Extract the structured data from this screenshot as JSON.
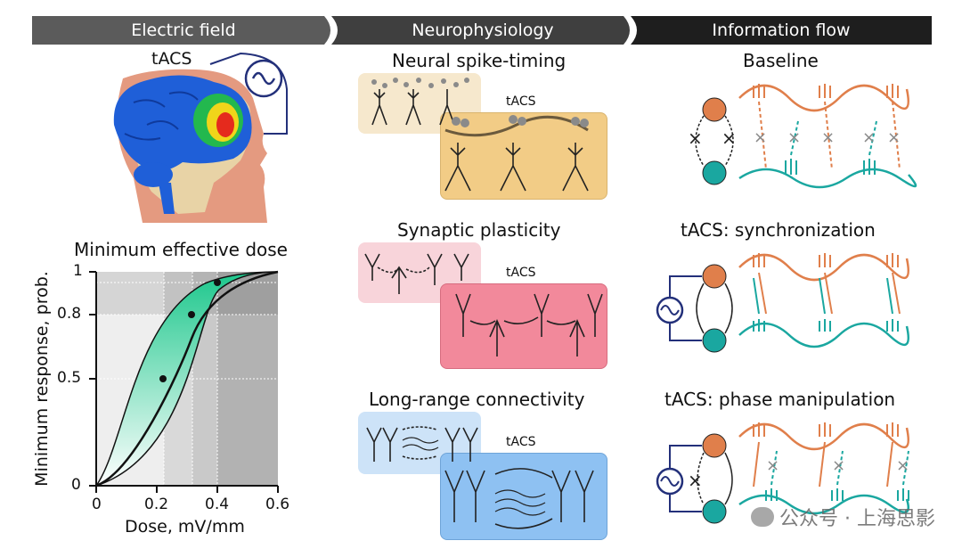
{
  "headers": {
    "electric_field": "Electric field",
    "neurophysiology": "Neurophysiology",
    "information_flow": "Information flow"
  },
  "left": {
    "tacs_label": "tACS",
    "dose_title": "Minimum effective dose",
    "y_axis_label": "Minimum response, prob.",
    "x_axis_label": "Dose, mV/mm",
    "y_ticks": [
      "0",
      "0.5",
      "0.8",
      "1"
    ],
    "x_ticks": [
      "0",
      "0.2",
      "0.4",
      "0.6"
    ]
  },
  "middle": {
    "spike_title": "Neural spike-timing",
    "plasticity_title": "Synaptic plasticity",
    "connectivity_title": "Long-range connectivity",
    "tacs_label": "tACS"
  },
  "right": {
    "baseline_title": "Baseline",
    "sync_title": "tACS: synchronization",
    "phase_title": "tACS: phase manipulation"
  },
  "watermark": {
    "text": "公众号 · 上海思影"
  },
  "colors": {
    "header_dark": "#3a3a3a",
    "orange": "#e07f4b",
    "teal": "#1aa7a0",
    "navy": "#23307a",
    "spike_bg": "#f2cc86",
    "plasticity_bg": "#f2899b",
    "connectivity_bg": "#8ec1f2",
    "green_band": "#1dc78c"
  }
}
